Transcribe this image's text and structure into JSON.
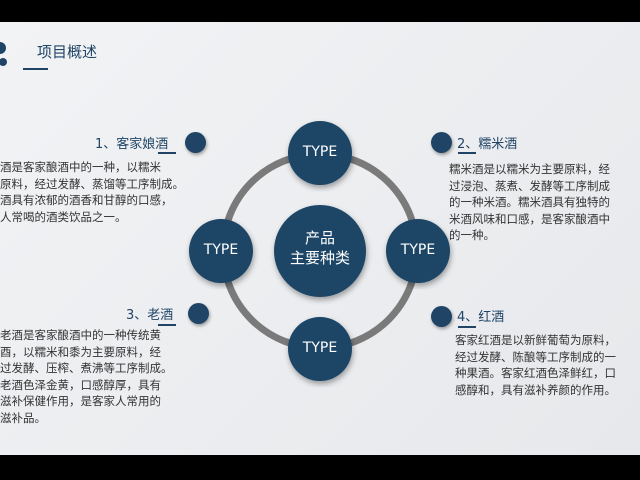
{
  "slide_title": "项目概述",
  "center": {
    "line1": "产品",
    "line2": "主要种类"
  },
  "nodes": [
    "TYPE",
    "TYPE",
    "TYPE",
    "TYPE"
  ],
  "colors": {
    "primary": "#1f4466",
    "ring": "#7a7a7a"
  },
  "items": [
    {
      "heading": "1、客家娘酒",
      "lines": [
        "酒是客家酿酒中的一种，以糯米",
        "原料，经过发酵、蒸馏等工序制成。",
        "酒具有浓郁的酒香和甘醇的口感，",
        "人常喝的酒类饮品之一。"
      ]
    },
    {
      "heading": "2、糯米酒",
      "lines": [
        "  糯米酒是以糯米为主要原料，经",
        "过浸泡、蒸煮、发酵等工序制成",
        "的一种米酒。糯米酒具有独特的",
        "米酒风味和口感，是客家酿酒中",
        "的一种。"
      ]
    },
    {
      "heading": "3、老酒",
      "lines": [
        "老酒是客家酿酒中的一种传统黄",
        "酉，以糯米和黍为主要原料，经",
        "过发酵、压榨、煮沸等工序制成。",
        "老酒色泽金黄，口感醇厚，具有",
        "滋补保健作用，是客家人常用的",
        "滋补品。"
      ]
    },
    {
      "heading": "4、红酒",
      "lines": [
        "  客家红酒是以新鲜葡萄为原料，",
        "经过发酵、陈酿等工序制成的一",
        "种果酒。客家红酒色泽鲜红，口",
        "感醇和，具有滋补养颜的作用。"
      ]
    }
  ]
}
